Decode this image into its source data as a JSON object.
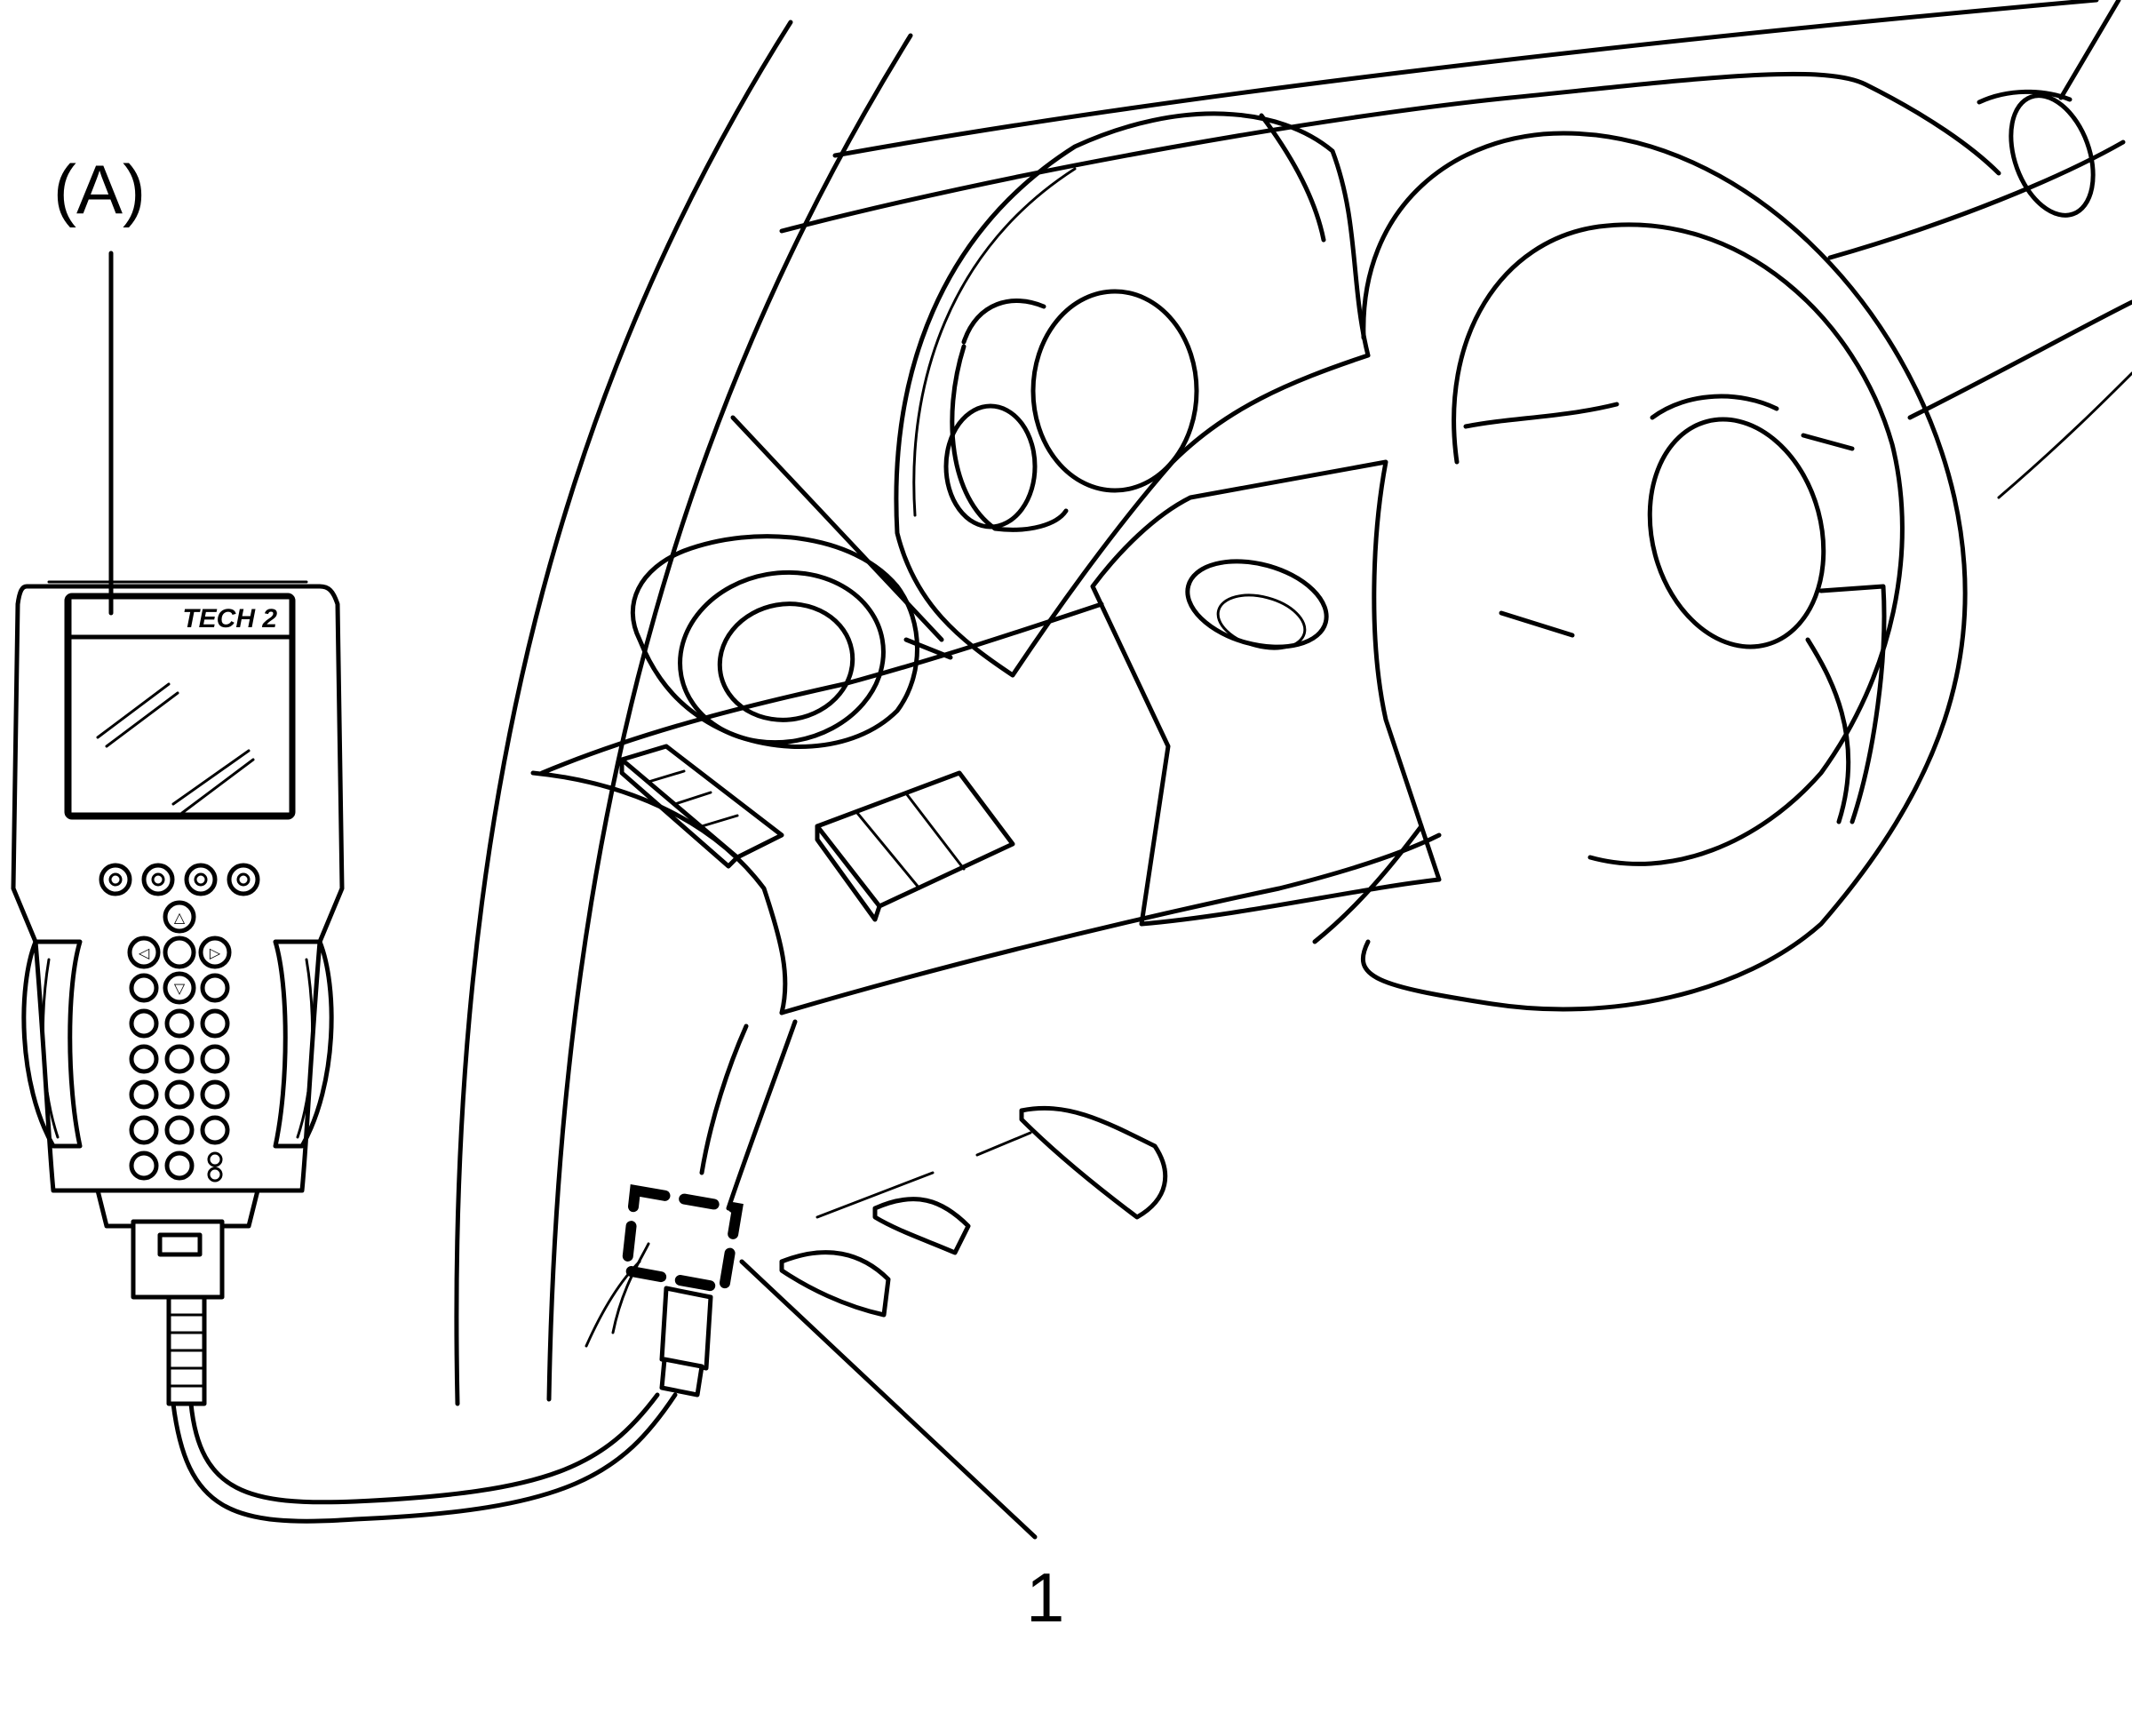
{
  "labels": {
    "callout_a": "(A)",
    "callout_1": "1",
    "device_brand": "TECH 2"
  },
  "icons": {
    "up": "△",
    "down": "▽",
    "left": "◁",
    "right": "▷"
  }
}
